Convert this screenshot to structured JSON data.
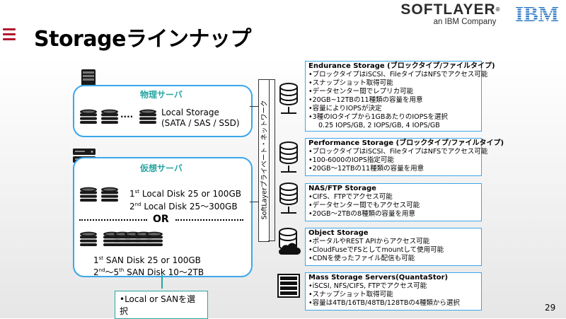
{
  "header": {
    "title": "Storageラインナップ",
    "logo_main": "SOFTLAYER",
    "logo_reg": "®",
    "logo_sub": "an IBM Company",
    "ibm_logo": "IBM"
  },
  "physical": {
    "label": "物理サーバ",
    "dots": "····",
    "storage_line1": "Local Storage",
    "storage_line2": "(SATA / SAS / SSD)"
  },
  "virtual": {
    "label": "仮想サーバ",
    "local_disk1_num": "1",
    "local_disk1_sup": "st",
    "local_disk1_text": " Local Disk 25 or 100GB",
    "local_disk2_num": "2",
    "local_disk2_sup": "nd",
    "local_disk2_text": " Local Disk 25～300GB",
    "or": "OR",
    "san_disk1_num": "1",
    "san_disk1_sup": "st",
    "san_disk1_text": " SAN Disk 25 or 100GB",
    "san_disk2_num": "2",
    "san_disk2_sup": "nd",
    "san_disk2_mid": "～5",
    "san_disk2_sup2": "th",
    "san_disk2_text": " SAN Disk 10～2TB"
  },
  "note": "•Local or SANを選択",
  "network_label": "SoftLayerプライベート・ネットワーク",
  "storage_services": [
    {
      "title": "Endurance Storage (ブロックタイプ/ファイルタイプ)",
      "items": [
        "•ブロックタイプはiSCSI、FileタイプはNFSでアクセス可能",
        "•スナップショット取得可能",
        "•データセンター間でレプリカ可能",
        "•20GB~12TBの11種類の容量を用意",
        "•容量によりIOPSが決定",
        "•3種のIOタイプから1GBあたりのIOPSを選択"
      ],
      "indent_item": "0.25 IOPS/GB, 2 IOPS/GB, 4 IOPS/GB"
    },
    {
      "title": "Performance Storage (ブロックタイプ/ファイルタイプ)",
      "items": [
        "•ブロックタイプはiSCSI、FileタイプはNFSでアクセス可能",
        "•100-6000のIOPS指定可能",
        "•20GB～12TBの11種類の容量を用意"
      ]
    },
    {
      "title": "NAS/FTP Storage",
      "items": [
        "•CIFS、FTPでアクセス可能",
        "•データセンター間でもアクセス可能",
        "•20GB～2TBの8種類の容量を用意"
      ]
    },
    {
      "title": "Object Storage",
      "items": [
        "•ポータルやREST APIからアクセス可能",
        "•CloudFuseでFSとしてmountして使用可能",
        "•CDNを使ったファイル配信も可能"
      ]
    },
    {
      "title": "Mass Storage Servers(QuantaStor)",
      "items": [
        "•iSCSI, NFS/CIFS, FTPでアクセス可能",
        "•スナップショット取得可能",
        "•容量は4TB/16TB/48TB/128TBの4種類から選択"
      ]
    }
  ],
  "page_number": "29",
  "colors": {
    "accent_blue": "#3aa7ea",
    "teal": "#27a5a2",
    "menu_red": "#b0182e",
    "ibm_blue": "#1f70c1"
  },
  "icons": [
    "menu-icon",
    "server-tower-icon",
    "rack-server-icon",
    "disk-stack-icon",
    "storage-cylinder-icon",
    "cloud-storage-icon",
    "mass-storage-icon"
  ]
}
